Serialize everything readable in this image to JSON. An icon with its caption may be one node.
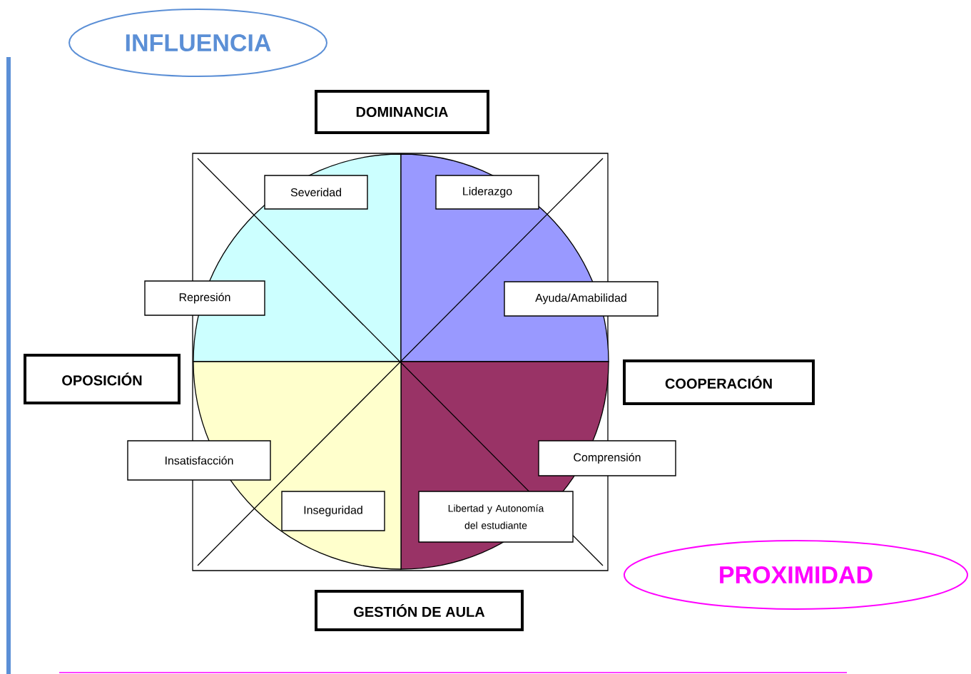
{
  "diagram": {
    "nodes": [
      {
        "text": [
          "INFLUENCIA"
        ]
      },
      {
        "text": [
          "DOMINANCIA"
        ]
      },
      {
        "text": [
          "Severidad"
        ]
      },
      {
        "text": [
          "Liderazgo"
        ]
      },
      {
        "text": [
          "Represión"
        ]
      },
      {
        "text": [
          "Ayuda/Amabilidad"
        ]
      },
      {
        "text": [
          "OPOSICIÓN"
        ]
      },
      {
        "text": [
          "COOPERACIÓN"
        ]
      },
      {
        "text": [
          "Insatisfacción"
        ]
      },
      {
        "text": [
          "Comprensión"
        ]
      },
      {
        "text": [
          "Inseguridad"
        ]
      },
      {
        "text": [
          "Libertad y Autonomía del estudiante"
        ]
      },
      {
        "text": [
          "GESTIÓN DE AULA"
        ]
      },
      {
        "text": [
          "PROXIMIDAD"
        ]
      }
    ]
  }
}
